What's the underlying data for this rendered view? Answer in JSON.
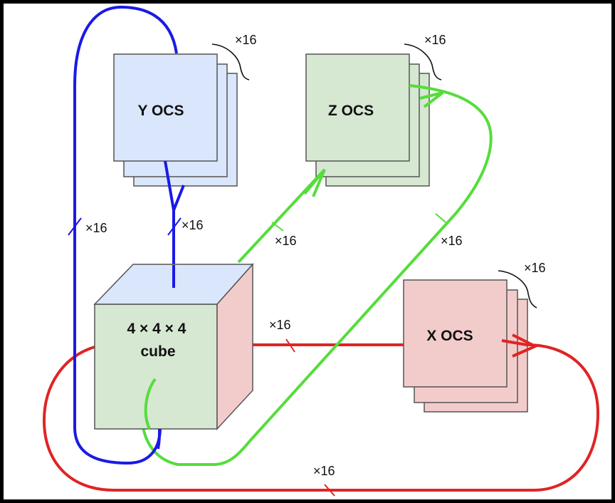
{
  "diagram": {
    "y_ocs": {
      "label": "Y OCS",
      "multiplier": "×16"
    },
    "z_ocs": {
      "label": "Z OCS",
      "multiplier": "×16"
    },
    "x_ocs": {
      "label": "X OCS",
      "multiplier": "×16"
    },
    "cube": {
      "line1": "4 × 4 × 4",
      "line2": "cube"
    },
    "links": {
      "y_loop": "×16",
      "y_direct": "×16",
      "z_direct": "×16",
      "z_loop": "×16",
      "x_direct": "×16",
      "x_loop": "×16"
    }
  },
  "colors": {
    "y_link": "#1a1ae6",
    "z_link": "#55dd3a",
    "x_link": "#e02424",
    "y_fill": "#dae6fb",
    "z_fill": "#d6e8d2",
    "x_fill": "#f2cccb",
    "cube_front": "#d6e8d2",
    "cube_top": "#dae6fb",
    "cube_side": "#f2cccb",
    "box_stroke": "#555555"
  }
}
